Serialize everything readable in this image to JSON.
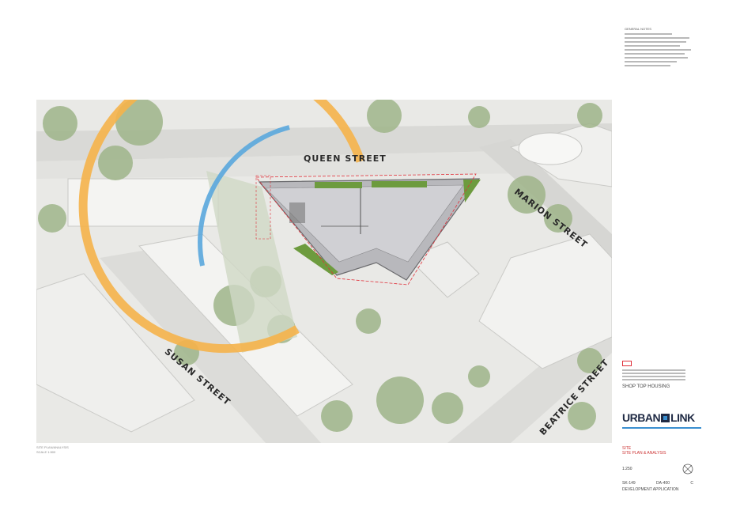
{
  "sheet": {
    "notes_heading": "GENERAL NOTES",
    "streets": {
      "queen": "QUEEN STREET",
      "marion": "MARION STREET",
      "susan": "SUSAN STREET",
      "beatrice": "BEATRICE STREET"
    },
    "map_caption_line1": "SITE PLAN/ANALYSIS",
    "map_caption_line2": "SCALE 1:500"
  },
  "title_block": {
    "project": "SHOP TOP HOUSING",
    "logo_left": "URBAN",
    "logo_right": "LINK",
    "drawing_title_1": "SITE",
    "drawing_title_2": "SITE PLAN & ANALYSIS",
    "scale": "1:250",
    "project_no": "SK-149",
    "drawing_no": "DA-400",
    "revision": "C",
    "status": "DEVELOPMENT APPLICATION"
  },
  "colors": {
    "sun_arc_outer": "#f5b24a",
    "sun_arc_inner": "#5aa7dd",
    "site_boundary": "#e0303a",
    "building": "#b8b8bc",
    "landscape": "#6d9b3e"
  }
}
